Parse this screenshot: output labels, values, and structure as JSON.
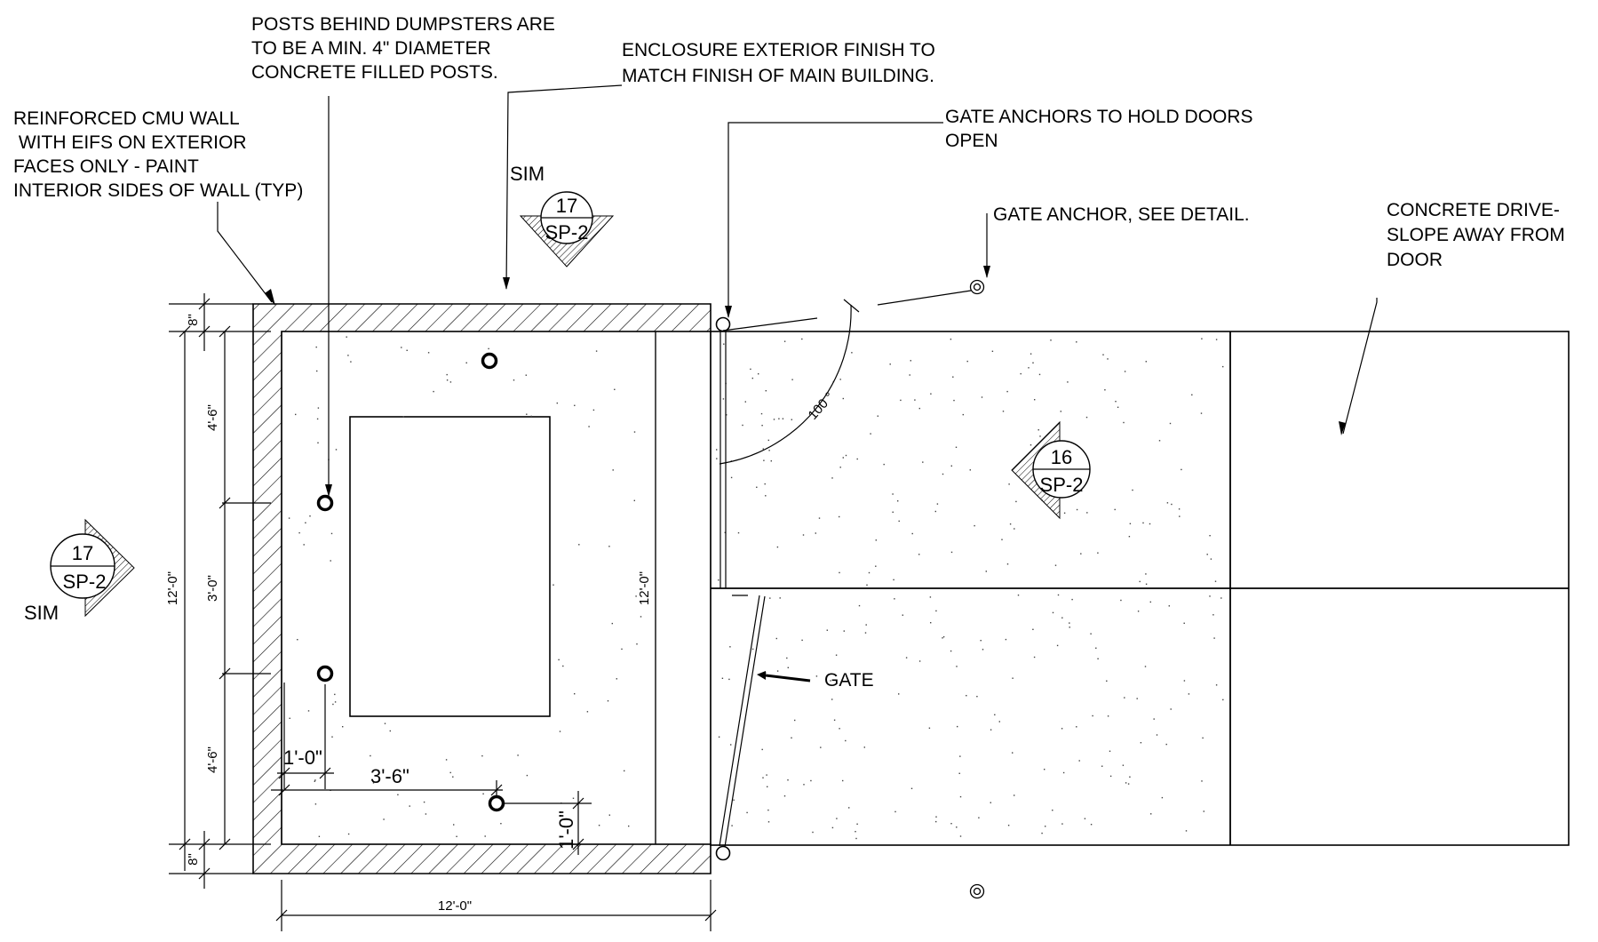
{
  "notes": {
    "posts": [
      "POSTS BEHIND DUMPSTERS ARE",
      "TO BE A MIN. 4\" DIAMETER",
      "CONCRETE FILLED POSTS."
    ],
    "enclosure": [
      "ENCLOSURE EXTERIOR FINISH TO",
      "MATCH FINISH OF MAIN BUILDING."
    ],
    "cmu_wall": [
      "REINFORCED CMU WALL",
      " WITH EIFS ON EXTERIOR",
      "FACES ONLY - PAINT",
      "INTERIOR SIDES OF WALL (TYP)"
    ],
    "gate_anchors": [
      "GATE ANCHORS TO HOLD DOORS",
      "OPEN"
    ],
    "gate_anchor": "GATE ANCHOR, SEE DETAIL.",
    "concrete_drive": [
      "CONCRETE DRIVE-",
      "SLOPE AWAY FROM",
      "DOOR"
    ],
    "gate": "GATE",
    "angle": "100 °"
  },
  "section_tags": [
    {
      "number": "17",
      "sheet": "SP-2",
      "label": "SIM"
    },
    {
      "number": "17",
      "sheet": "SP-2",
      "label": "SIM"
    },
    {
      "number": "16",
      "sheet": "SP-2",
      "label": ""
    }
  ],
  "dimensions": {
    "wall_top": "8\"",
    "wall_bottom": "8\"",
    "seg_top": "4'-6\"",
    "seg_mid": "3'-0\"",
    "seg_bottom": "4'-6\"",
    "overall_left": "12'-0\"",
    "overall_right": "12'-0\"",
    "overall_bottom": "12'-0\"",
    "post_offset_side": "1'-0\"",
    "post_spacing": "3'-6\"",
    "post_offset_bottom": "1'-0\""
  }
}
